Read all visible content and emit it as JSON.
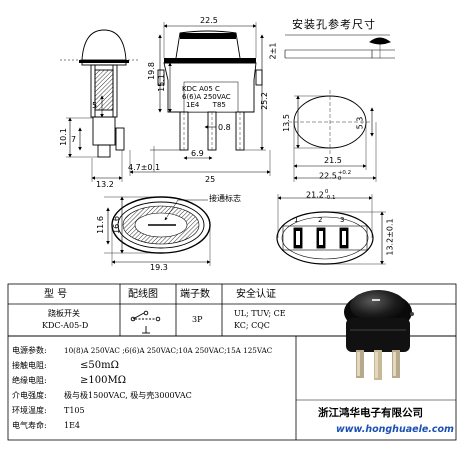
{
  "header": {
    "mount_title": "安装孔参考尺寸"
  },
  "dimensions": {
    "d_22_5": "22.5",
    "d_19_8": "19.8",
    "d_15_1": "15.1",
    "d_25_2": "25.2",
    "d_2_1": "2±1",
    "d_13_5": "13.5",
    "d_5_3": "5.3",
    "d_10_1": "10.1",
    "d_7": "7",
    "d_5": "5",
    "d_4_7": "4.7±0.1",
    "d_13_2": "13.2",
    "d_0_8": "0.8",
    "d_6_9": "6.9",
    "d_25": "25",
    "d_21_5": "21.5",
    "d_22_5_tol": "22.5",
    "d_22_5_tol_sup": "+0.2",
    "d_22_5_tol_sub": "0",
    "d_21_2": "21.2",
    "d_21_2_tol_sup": "0",
    "d_21_2_tol_sub": "-0.1",
    "d_11_6": "11.6",
    "d_16_6": "16.6",
    "d_13_2b": "13.2±0.1",
    "d_19_3": "19.3"
  },
  "labels": {
    "marking_l1": "KDC A05 C",
    "marking_l2": "6(6)A 250VAC",
    "marking_l3": "1E4      T85",
    "indicator": "接通标志",
    "pins": [
      "1",
      "2",
      "3"
    ]
  },
  "table": {
    "headers": [
      "型  号",
      "配线图",
      "端子数",
      "安全认证"
    ],
    "model_name": "跷板开关",
    "model_code": "KDC-A05-D",
    "terminals": "3P",
    "cert_line1": "UL; TUV; CE",
    "cert_line2": "KC; CQC"
  },
  "specs": [
    {
      "label": "电源参数:",
      "value": "10(8)A 250VAC ;6(6)A 250VAC;10A 250VAC;15A 125VAC"
    },
    {
      "label": "接触电阻:",
      "value": "≤50mΩ"
    },
    {
      "label": "绝缘电阻:",
      "value": "≥100MΩ"
    },
    {
      "label": "介电强度:",
      "value": "极与极1500VAC, 极与壳3000VAC"
    },
    {
      "label": "环境温度:",
      "value": "T105"
    },
    {
      "label": "电气寿命:",
      "value": "1E4"
    }
  ],
  "company": {
    "name": "浙江鸿华电子有限公司",
    "url": "www.honghuaele.com"
  }
}
